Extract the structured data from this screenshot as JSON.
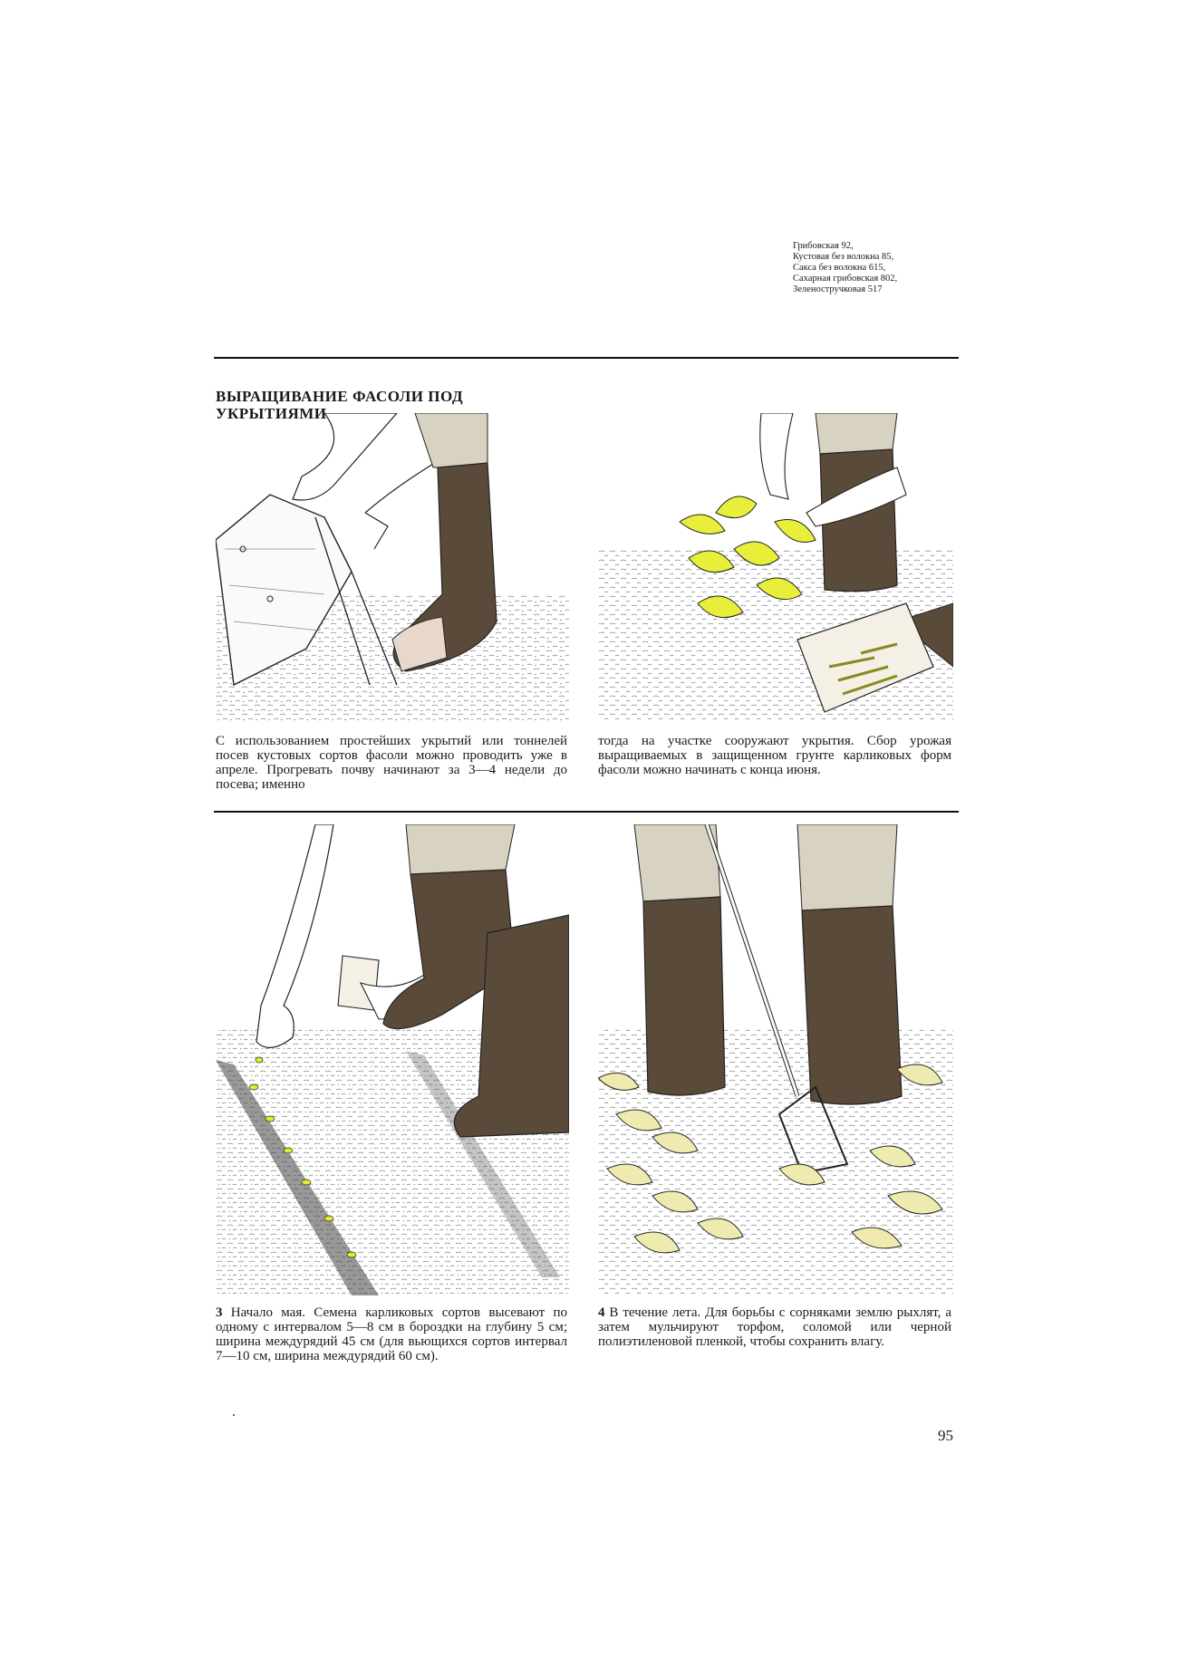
{
  "varieties": [
    "Грибовская 92,",
    "Кустовая без волокна 85,",
    "Сакса без волокна 615,",
    "Сахарная грибовская 802,",
    "Зеленостручковая 517"
  ],
  "section_title": "ВЫРАЩИВАНИЕ ФАСОЛИ ПОД УКРЫТИЯМИ",
  "paragraphs": {
    "p1": "С использованием простейших укрытий или тоннелей посев кустовых сортов фасоли можно проводить уже в апреле. Прогревать почву начинают за 3—4 недели до посева; именно",
    "p2": "тогда на участке сооружают укрытия. Сбор урожая выращиваемых в защищенном грунте карликовых форм фасоли можно начинать с конца июня.",
    "p3_num": "3",
    "p3": " Начало мая. Семена карликовых сортов высевают по одному с интервалом 5—8 см в борозд­ки на глубину 5 см; ширина междурядий 45 см (для вьющихся сортов интервал 7—10 см, шири­на междурядий 60 см).",
    "p4_num": "4",
    "p4": " В течение лета. Для борьбы с сорняками зем­лю рыхлят, а затем мульчируют торфом, соло­мой или черной полиэтиленовой пленкой, что­бы сохранить влагу."
  },
  "page_number": "95",
  "colors": {
    "boot": "#5a4a3a",
    "trouser": "#d8d2c2",
    "leaf_bright": "#e8ef3a",
    "leaf_pale": "#efeab0",
    "seed": "#e4ea2e",
    "ink": "#1a1a1a"
  }
}
